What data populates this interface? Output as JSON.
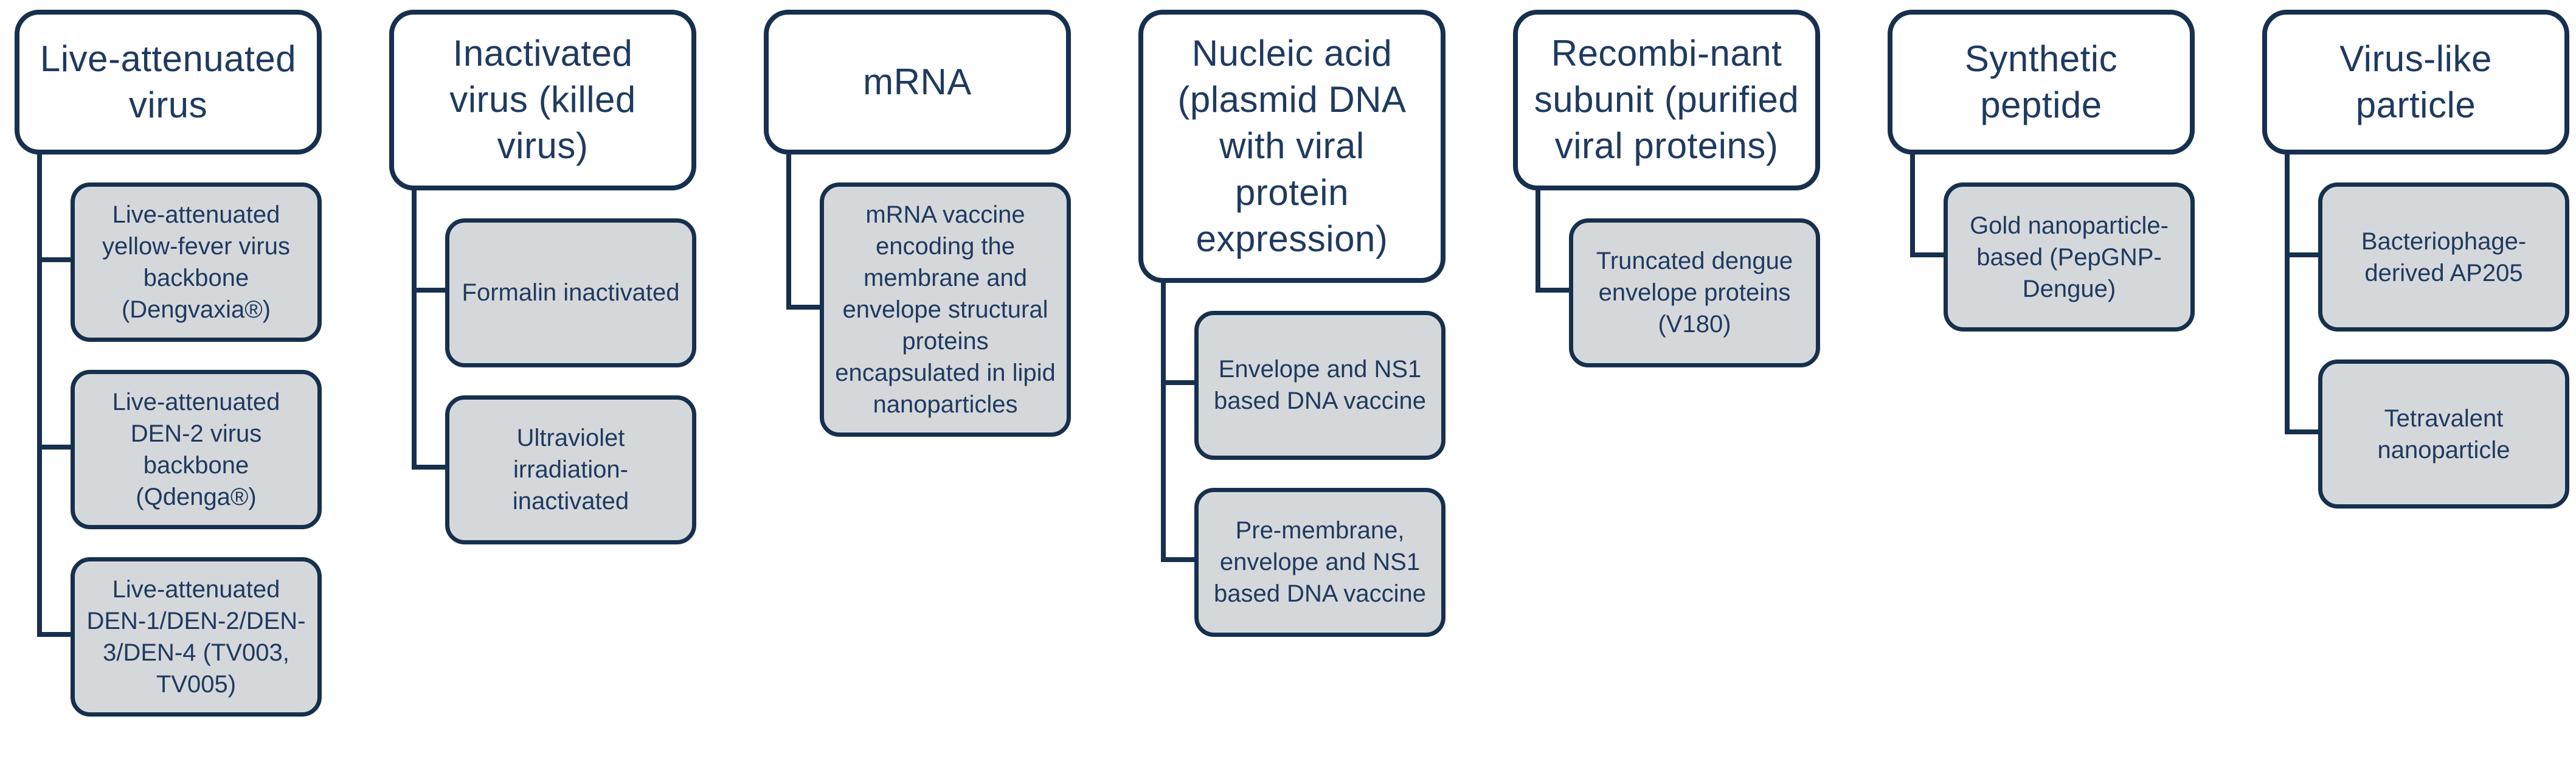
{
  "diagram": {
    "type": "hierarchy",
    "subject": "Dengue vaccine platform types",
    "colors": {
      "outline": "#16304e",
      "connector": "#16304e",
      "text": "#1f3a60",
      "header_fill": "#ffffff",
      "child_fill": "#d5d8da",
      "background": "#ffffff"
    },
    "columns": [
      {
        "id": "live-attenuated-virus",
        "header": "Live-attenuated virus",
        "children": [
          "Live-attenuated yellow-fever virus backbone (Dengvaxia®)",
          "Live-attenuated DEN-2 virus backbone (Qdenga®)",
          "Live-attenuated DEN-1/DEN-2/DEN-3/DEN-4 (TV003, TV005)"
        ]
      },
      {
        "id": "inactivated-virus",
        "header": "Inactivated virus (killed virus)",
        "children": [
          "Formalin inactivated",
          "Ultraviolet irradiation-inactivated"
        ]
      },
      {
        "id": "mrna",
        "header": "mRNA",
        "children": [
          "mRNA vaccine encoding the membrane and envelope structural proteins encapsulated in lipid nanoparticles"
        ]
      },
      {
        "id": "nucleic-acid",
        "header": "Nucleic acid (plasmid DNA with viral protein expression)",
        "children": [
          "Envelope and NS1 based DNA vaccine",
          "Pre-membrane, envelope and NS1 based DNA vaccine"
        ]
      },
      {
        "id": "recombinant-subunit",
        "header": "Recombi-nant subunit (purified viral proteins)",
        "children": [
          "Truncated dengue envelope proteins (V180)"
        ]
      },
      {
        "id": "synthetic-peptide",
        "header": "Synthetic peptide",
        "children": [
          "Gold nanoparticle-based (PepGNP-Dengue)"
        ]
      },
      {
        "id": "virus-like-particle",
        "header": "Virus-like particle",
        "children": [
          "Bacteriophage-derived AP205",
          "Tetravalent nanoparticle"
        ]
      }
    ]
  }
}
